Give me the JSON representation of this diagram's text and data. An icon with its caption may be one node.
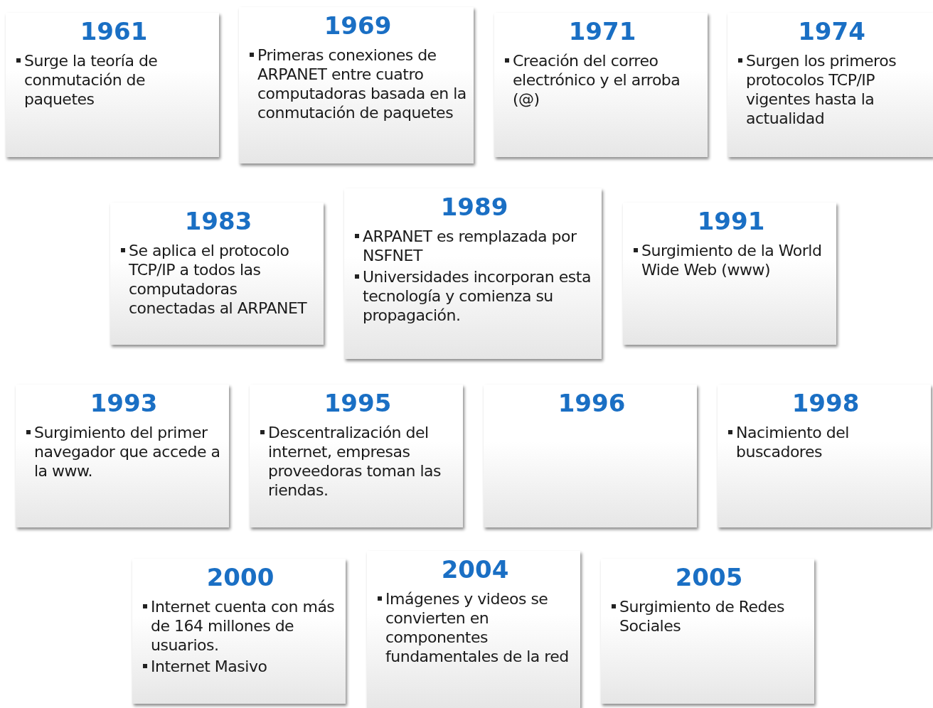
{
  "diagram": {
    "nodes": [
      {
        "text": [
          "1961",
          "Surge la teoría de conmutación de paquetes"
        ]
      },
      {
        "text": [
          "1969",
          "Primeras conexiones de ARPANET entre cuatro computadoras basada en la conmutación de paquetes"
        ]
      },
      {
        "text": [
          "1971",
          "Creación del correo electrónico y el arroba (@)"
        ]
      },
      {
        "text": [
          "1974",
          "Surgen los primeros protocolos TCP/IP vigentes hasta la actualidad"
        ]
      },
      {
        "text": [
          "1983",
          "Se aplica el protocolo TCP/IP a todos las computadoras conectadas al ARPANET"
        ]
      },
      {
        "text": [
          "1989",
          "ARPANET es remplazada por NSFNET",
          "Universidades incorporan esta tecnología y comienza su propagación."
        ]
      },
      {
        "text": [
          "1991",
          "Surgimiento de la World Wide Web (www)"
        ]
      },
      {
        "text": [
          "1993",
          "Surgimiento del primer navegador que accede a la www."
        ]
      },
      {
        "text": [
          "1995",
          "Descentralización del internet, empresas proveedoras toman las riendas."
        ]
      },
      {
        "text": [
          "1996"
        ]
      },
      {
        "text": [
          "1998",
          "Nacimiento del buscadores"
        ]
      },
      {
        "text": [
          "2000",
          "Internet cuenta con más de 164 millones de usuarios.",
          "Internet Masivo"
        ]
      },
      {
        "text": [
          "2004",
          "Imágenes y videos se convierten en componentes fundamentales de la red"
        ]
      },
      {
        "text": [
          "2005",
          "Surgimiento de Redes Sociales"
        ]
      }
    ],
    "edges": []
  }
}
